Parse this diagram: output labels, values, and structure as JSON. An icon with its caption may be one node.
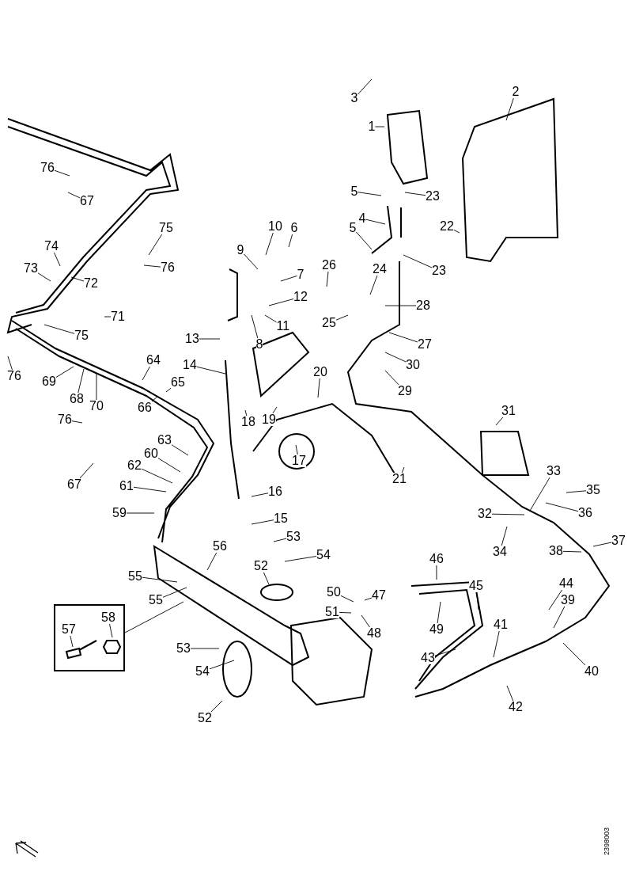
{
  "diagram": {
    "nodes": [
      {
        "text": [
          "1"
        ]
      },
      {
        "text": [
          "2"
        ]
      },
      {
        "text": [
          "3"
        ]
      },
      {
        "text": [
          "4"
        ]
      },
      {
        "text": [
          "5"
        ]
      },
      {
        "text": [
          "5"
        ]
      },
      {
        "text": [
          "6"
        ]
      },
      {
        "text": [
          "7"
        ]
      },
      {
        "text": [
          "8"
        ]
      },
      {
        "text": [
          "9"
        ]
      },
      {
        "text": [
          "10"
        ]
      },
      {
        "text": [
          "11"
        ]
      },
      {
        "text": [
          "12"
        ]
      },
      {
        "text": [
          "13"
        ]
      },
      {
        "text": [
          "14"
        ]
      },
      {
        "text": [
          "15"
        ]
      },
      {
        "text": [
          "16"
        ]
      },
      {
        "text": [
          "17"
        ]
      },
      {
        "text": [
          "18"
        ]
      },
      {
        "text": [
          "19"
        ]
      },
      {
        "text": [
          "20"
        ]
      },
      {
        "text": [
          "21"
        ]
      },
      {
        "text": [
          "22"
        ]
      },
      {
        "text": [
          "23"
        ]
      },
      {
        "text": [
          "23"
        ]
      },
      {
        "text": [
          "24"
        ]
      },
      {
        "text": [
          "25"
        ]
      },
      {
        "text": [
          "26"
        ]
      },
      {
        "text": [
          "27"
        ]
      },
      {
        "text": [
          "28"
        ]
      },
      {
        "text": [
          "29"
        ]
      },
      {
        "text": [
          "30"
        ]
      },
      {
        "text": [
          "31"
        ]
      },
      {
        "text": [
          "32"
        ]
      },
      {
        "text": [
          "33"
        ]
      },
      {
        "text": [
          "34"
        ]
      },
      {
        "text": [
          "35"
        ]
      },
      {
        "text": [
          "36"
        ]
      },
      {
        "text": [
          "37"
        ]
      },
      {
        "text": [
          "38"
        ]
      },
      {
        "text": [
          "39"
        ]
      },
      {
        "text": [
          "40"
        ]
      },
      {
        "text": [
          "41"
        ]
      },
      {
        "text": [
          "42"
        ]
      },
      {
        "text": [
          "43"
        ]
      },
      {
        "text": [
          "44"
        ]
      },
      {
        "text": [
          "45"
        ]
      },
      {
        "text": [
          "46"
        ]
      },
      {
        "text": [
          "47"
        ]
      },
      {
        "text": [
          "48"
        ]
      },
      {
        "text": [
          "49"
        ]
      },
      {
        "text": [
          "50"
        ]
      },
      {
        "text": [
          "51"
        ]
      },
      {
        "text": [
          "52"
        ]
      },
      {
        "text": [
          "52"
        ]
      },
      {
        "text": [
          "53"
        ]
      },
      {
        "text": [
          "53"
        ]
      },
      {
        "text": [
          "54"
        ]
      },
      {
        "text": [
          "54"
        ]
      },
      {
        "text": [
          "55"
        ]
      },
      {
        "text": [
          "55"
        ]
      },
      {
        "text": [
          "56"
        ]
      },
      {
        "text": [],
        "shape": "box"
      },
      {
        "text": [
          "57"
        ],
        "in": 62
      },
      {
        "text": [
          "58"
        ],
        "in": 62
      },
      {
        "text": [
          "59"
        ]
      },
      {
        "text": [
          "60"
        ]
      },
      {
        "text": [
          "61"
        ]
      },
      {
        "text": [
          "62"
        ]
      },
      {
        "text": [
          "63"
        ]
      },
      {
        "text": [
          "64"
        ]
      },
      {
        "text": [
          "65"
        ]
      },
      {
        "text": [
          "66"
        ]
      },
      {
        "text": [
          "67"
        ]
      },
      {
        "text": [
          "67"
        ]
      },
      {
        "text": [
          "68"
        ]
      },
      {
        "text": [
          "69"
        ]
      },
      {
        "text": [
          "70"
        ]
      },
      {
        "text": [
          "71"
        ]
      },
      {
        "text": [
          "72"
        ]
      },
      {
        "text": [
          "73"
        ]
      },
      {
        "text": [
          "74"
        ]
      },
      {
        "text": [
          "75"
        ]
      },
      {
        "text": [
          "75"
        ]
      },
      {
        "text": [
          "76"
        ]
      },
      {
        "text": [
          "76"
        ]
      },
      {
        "text": [
          "76"
        ]
      },
      {
        "text": [
          "76"
        ]
      }
    ],
    "edges": [
      {
        "from": 0,
        "to": null,
        "arrow": "none"
      },
      {
        "from": 1,
        "to": null,
        "arrow": "none"
      },
      {
        "from": 2,
        "to": null,
        "arrow": "none"
      },
      {
        "from": 3,
        "to": null,
        "arrow": "none"
      },
      {
        "from": 4,
        "to": null,
        "arrow": "none"
      },
      {
        "from": 5,
        "to": null,
        "arrow": "none"
      },
      {
        "from": 6,
        "to": null,
        "arrow": "none"
      },
      {
        "from": 7,
        "to": null,
        "arrow": "none"
      },
      {
        "from": 8,
        "to": null,
        "arrow": "none"
      },
      {
        "from": 9,
        "to": null,
        "arrow": "none"
      },
      {
        "from": 10,
        "to": null,
        "arrow": "none"
      },
      {
        "from": 11,
        "to": null,
        "arrow": "none"
      },
      {
        "from": 12,
        "to": null,
        "arrow": "none"
      },
      {
        "from": 13,
        "to": null,
        "arrow": "none"
      },
      {
        "from": 14,
        "to": null,
        "arrow": "none"
      },
      {
        "from": 15,
        "to": null,
        "arrow": "none"
      },
      {
        "from": 16,
        "to": null,
        "arrow": "none"
      },
      {
        "from": 17,
        "to": null,
        "arrow": "none"
      },
      {
        "from": 18,
        "to": null,
        "arrow": "none"
      },
      {
        "from": 19,
        "to": null,
        "arrow": "none"
      },
      {
        "from": 20,
        "to": null,
        "arrow": "none"
      },
      {
        "from": 21,
        "to": null,
        "arrow": "none"
      },
      {
        "from": 22,
        "to": null,
        "arrow": "none"
      },
      {
        "from": 23,
        "to": null,
        "arrow": "none"
      },
      {
        "from": 24,
        "to": null,
        "arrow": "none"
      },
      {
        "from": 25,
        "to": null,
        "arrow": "none"
      },
      {
        "from": 26,
        "to": null,
        "arrow": "none"
      },
      {
        "from": 27,
        "to": null,
        "arrow": "none"
      },
      {
        "from": 28,
        "to": null,
        "arrow": "none"
      },
      {
        "from": 29,
        "to": null,
        "arrow": "none"
      },
      {
        "from": 30,
        "to": null,
        "arrow": "none"
      },
      {
        "from": 31,
        "to": null,
        "arrow": "none"
      },
      {
        "from": 32,
        "to": null,
        "arrow": "none"
      },
      {
        "from": 33,
        "to": null,
        "arrow": "none"
      },
      {
        "from": 34,
        "to": null,
        "arrow": "none"
      },
      {
        "from": 35,
        "to": null,
        "arrow": "none"
      },
      {
        "from": 36,
        "to": null,
        "arrow": "none"
      },
      {
        "from": 37,
        "to": null,
        "arrow": "none"
      },
      {
        "from": 38,
        "to": null,
        "arrow": "none"
      },
      {
        "from": 39,
        "to": null,
        "arrow": "none"
      },
      {
        "from": 40,
        "to": null,
        "arrow": "none"
      },
      {
        "from": 41,
        "to": null,
        "arrow": "none"
      },
      {
        "from": 42,
        "to": null,
        "arrow": "none"
      },
      {
        "from": 43,
        "to": null,
        "arrow": "none"
      },
      {
        "from": 44,
        "to": null,
        "arrow": "none"
      },
      {
        "from": 45,
        "to": null,
        "arrow": "none"
      },
      {
        "from": 46,
        "to": null,
        "arrow": "none"
      },
      {
        "from": 47,
        "to": null,
        "arrow": "none"
      },
      {
        "from": 48,
        "to": null,
        "arrow": "none"
      },
      {
        "from": 49,
        "to": null,
        "arrow": "none"
      },
      {
        "from": 50,
        "to": null,
        "arrow": "none"
      },
      {
        "from": 51,
        "to": null,
        "arrow": "none"
      },
      {
        "from": 52,
        "to": null,
        "arrow": "none"
      },
      {
        "from": 53,
        "to": null,
        "arrow": "none"
      },
      {
        "from": 54,
        "to": null,
        "arrow": "none"
      },
      {
        "from": 55,
        "to": null,
        "arrow": "none"
      },
      {
        "from": 56,
        "to": null,
        "arrow": "none"
      },
      {
        "from": 57,
        "to": null,
        "arrow": "none"
      },
      {
        "from": 58,
        "to": null,
        "arrow": "none"
      },
      {
        "from": 59,
        "to": null,
        "arrow": "none"
      },
      {
        "from": 60,
        "to": null,
        "arrow": "none"
      },
      {
        "from": 61,
        "to": null,
        "arrow": "none"
      },
      {
        "from": 62,
        "to": null,
        "arrow": "none"
      },
      {
        "from": 63,
        "to": null,
        "arrow": "none"
      },
      {
        "from": 64,
        "to": null,
        "arrow": "none"
      },
      {
        "from": 65,
        "to": null,
        "arrow": "none"
      },
      {
        "from": 66,
        "to": null,
        "arrow": "none"
      },
      {
        "from": 67,
        "to": null,
        "arrow": "none"
      },
      {
        "from": 68,
        "to": null,
        "arrow": "none"
      },
      {
        "from": 69,
        "to": null,
        "arrow": "none"
      },
      {
        "from": 70,
        "to": null,
        "arrow": "none"
      },
      {
        "from": 71,
        "to": null,
        "arrow": "none"
      },
      {
        "from": 72,
        "to": null,
        "arrow": "none"
      },
      {
        "from": 73,
        "to": null,
        "arrow": "none"
      },
      {
        "from": 74,
        "to": null,
        "arrow": "none"
      },
      {
        "from": 75,
        "to": null,
        "arrow": "none"
      },
      {
        "from": 76,
        "to": null,
        "arrow": "none"
      },
      {
        "from": 77,
        "to": null,
        "arrow": "none"
      },
      {
        "from": 78,
        "to": null,
        "arrow": "none"
      },
      {
        "from": 79,
        "to": null,
        "arrow": "none"
      },
      {
        "from": 80,
        "to": null,
        "arrow": "none"
      },
      {
        "from": 81,
        "to": null,
        "arrow": "none"
      },
      {
        "from": 82,
        "to": null,
        "arrow": "none"
      },
      {
        "from": 83,
        "to": null,
        "arrow": "none"
      },
      {
        "from": 84,
        "to": null,
        "arrow": "none"
      },
      {
        "from": 85,
        "to": null,
        "arrow": "none"
      },
      {
        "from": 86,
        "to": null,
        "arrow": "none"
      },
      {
        "from": 87,
        "to": null,
        "arrow": "none"
      }
    ],
    "labels": [
      "2398003"
    ]
  }
}
